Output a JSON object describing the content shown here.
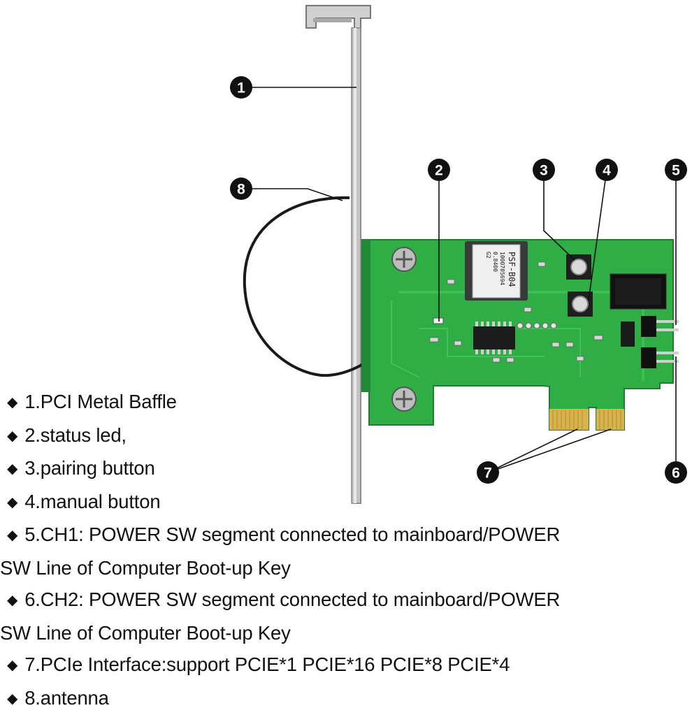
{
  "colors": {
    "pcb": "#2fae45",
    "pcb_dark": "#1f8a34",
    "bracket": "#c9c9c9",
    "gold": "#d7b44b",
    "callout": "#111111",
    "text": "#111111"
  },
  "module": {
    "line1": "PSF-B04",
    "line2": "1000705694",
    "line3": "0.8400",
    "line4": "G2"
  },
  "callouts": [
    {
      "id": 1,
      "label": "1",
      "name": "pci-metal-baffle"
    },
    {
      "id": 2,
      "label": "2",
      "name": "status-led"
    },
    {
      "id": 3,
      "label": "3",
      "name": "pairing-button"
    },
    {
      "id": 4,
      "label": "4",
      "name": "manual-button"
    },
    {
      "id": 5,
      "label": "5",
      "name": "ch1-power-sw"
    },
    {
      "id": 6,
      "label": "6",
      "name": "ch2-power-sw"
    },
    {
      "id": 7,
      "label": "7",
      "name": "pcie-interface"
    },
    {
      "id": 8,
      "label": "8",
      "name": "antenna"
    }
  ],
  "descriptions": [
    {
      "bullet": "◆",
      "text": "1.PCI Metal Baffle"
    },
    {
      "bullet": "◆",
      "text": "2.status led,"
    },
    {
      "bullet": "◆",
      "text": "3.pairing button"
    },
    {
      "bullet": "◆",
      "text": "4.manual button"
    },
    {
      "bullet": "◆",
      "text": "5.CH1: POWER SW segment connected to mainboard/POWER"
    },
    {
      "bullet": "",
      "text": "SW Line of Computer Boot-up Key"
    },
    {
      "bullet": "◆",
      "text": "6.CH2: POWER SW segment connected to mainboard/POWER"
    },
    {
      "bullet": "",
      "text": "SW Line of Computer Boot-up Key"
    },
    {
      "bullet": "◆",
      "text": "7.PCIe Interface:support PCIE*1 PCIE*16 PCIE*8 PCIE*4"
    },
    {
      "bullet": "◆",
      "text": "8.antenna"
    }
  ]
}
